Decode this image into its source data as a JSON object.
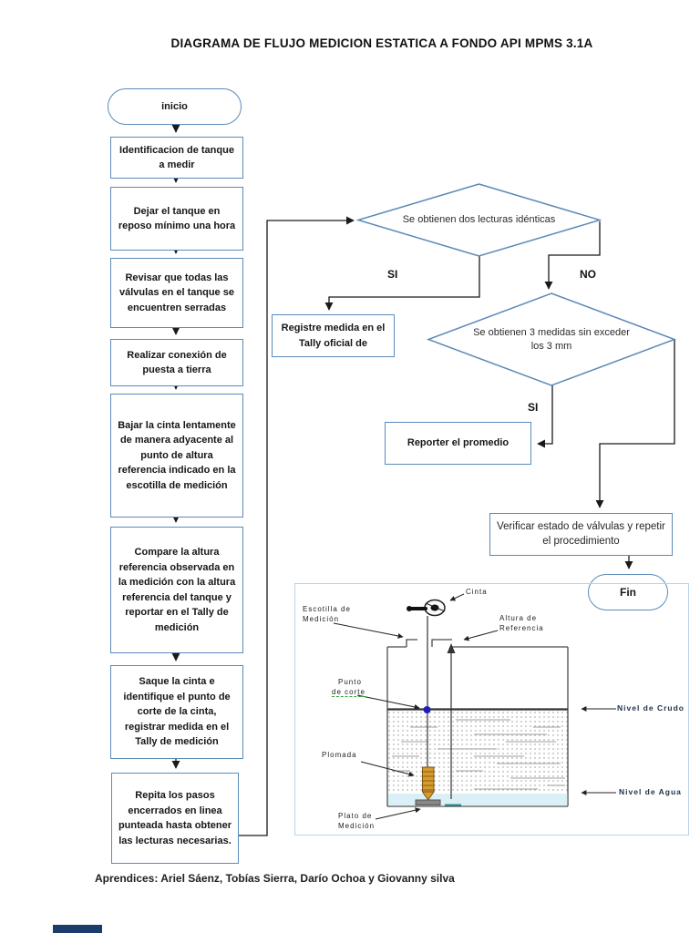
{
  "title": "DIAGRAMA DE FLUJO MEDICION ESTATICA A FONDO API MPMS 3.1A",
  "flow": {
    "start_label": "inicio",
    "steps": [
      "Identificacion de tanque a medir",
      "Dejar el tanque en reposo mínimo una hora",
      "Revisar que todas las válvulas en el tanque se encuentren serradas",
      "Realizar conexión de puesta a tierra",
      "Bajar la cinta lentamente de manera adyacente al punto de altura referencia indicado en la escotilla de medición",
      "Compare la altura referencia observada en la medición con la altura referencia del tanque y reportar en el Tally de medición",
      "Saque la cinta e identifique el punto de corte de la cinta, registrar medida en el Tally de medición",
      "Repita los pasos encerrados en linea punteada hasta obtener las lecturas necesarias."
    ]
  },
  "decisions": {
    "two_identical": "Se obtienen dos lecturas idénticas",
    "three_within": "Se obtienen 3 medidas sin exceder los 3 mm"
  },
  "branch_labels": {
    "yes1": "SI",
    "no1": "NO",
    "yes2": "SI"
  },
  "actions": {
    "register": "Registre medida en el Tally oficial de",
    "report_average": "Reporter el promedio",
    "verify_valves": "Verificar estado de válvulas y repetir el procedimiento",
    "end_label": "Fin"
  },
  "tank_diagram": {
    "labels": {
      "cinta": "Cinta",
      "escotilla_1": "Escotilla de",
      "escotilla_2": "Medición",
      "altura_1": "Altura de",
      "altura_2": "Referencia",
      "punto_1": "Punto",
      "punto_2": "de corte",
      "plomada": "Plomada",
      "plato_1": "Plato de",
      "plato_2": "Medición",
      "nivel_crudo": "Nivel de Crudo",
      "nivel_agua": "Nivel de Agua"
    }
  },
  "footer": "Aprendices: Ariel Sáenz, Tobías Sierra, Darío Ochoa y Giovanny silva",
  "colors": {
    "node_border": "#5b8ab8",
    "frame_border": "#b9d3e8",
    "connector": "#1a1a1a",
    "plumb_bob": "#d69a2d",
    "water": "#daf0f6",
    "cut_point_dot": "#2020b5"
  }
}
